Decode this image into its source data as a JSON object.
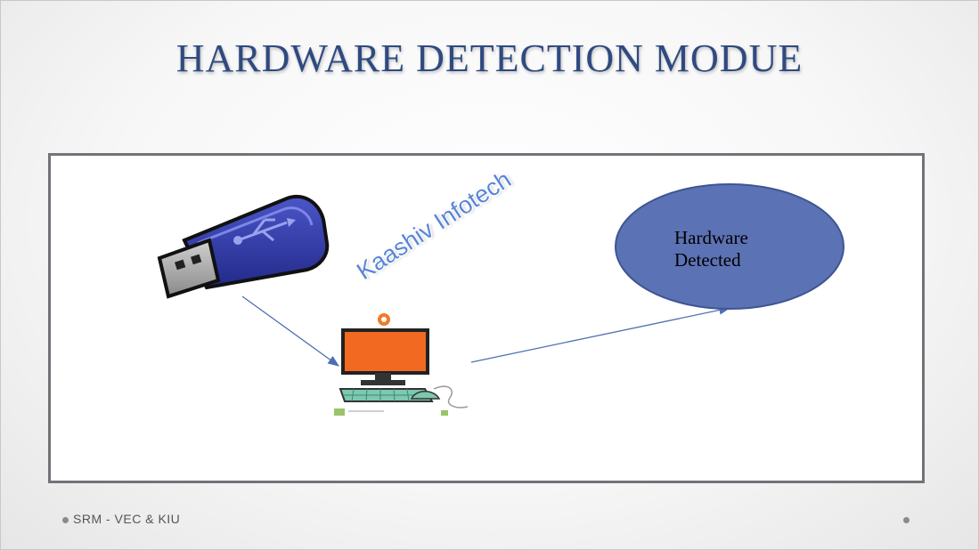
{
  "slide": {
    "title": "HARDWARE DETECTION MODUE"
  },
  "diagram": {
    "result_label": "Hardware\nDetected",
    "watermark": "Kaashiv Infotech",
    "usb_icon": "usb-drive-icon",
    "computer_icon": "desktop-computer-icon",
    "ellipse_color": "#5b72b4",
    "arrow_color": "#5a7ab8"
  },
  "footer": {
    "text": "SRM - VEC & KIU"
  }
}
